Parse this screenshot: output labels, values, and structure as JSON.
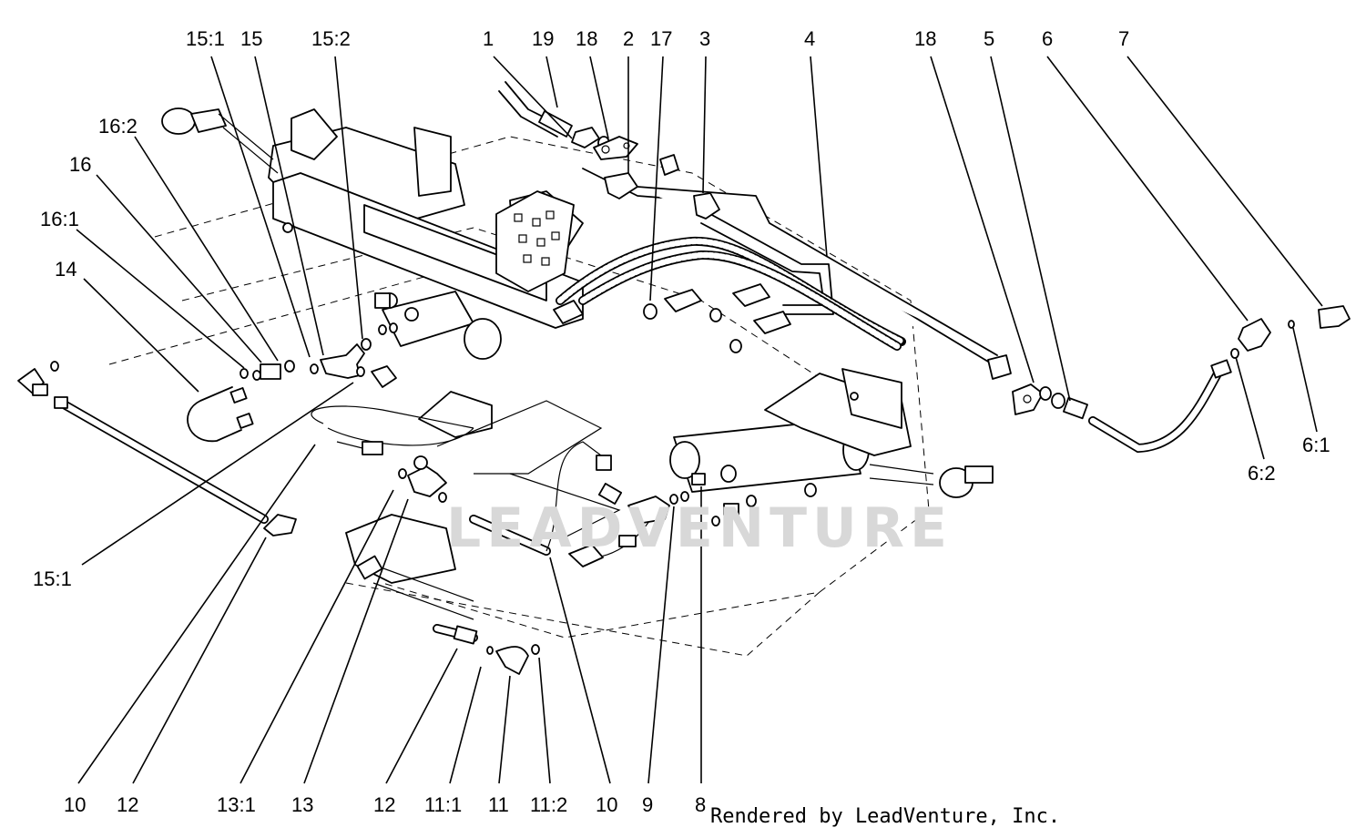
{
  "credit": "Rendered by LeadVenture, Inc.",
  "watermark": "LEADVENTURE",
  "callouts_top": [
    "15:1",
    "15",
    "15:2",
    "1",
    "19",
    "18",
    "2",
    "17",
    "3",
    "4",
    "18",
    "5",
    "6",
    "7"
  ],
  "callouts_left": [
    "16:2",
    "16",
    "16:1",
    "14",
    "15:1"
  ],
  "callouts_right": [
    "6:1",
    "6:2"
  ],
  "callouts_bottom": [
    "10",
    "12",
    "13:1",
    "13",
    "12",
    "11:1",
    "11",
    "11:2",
    "10",
    "9",
    "8"
  ]
}
